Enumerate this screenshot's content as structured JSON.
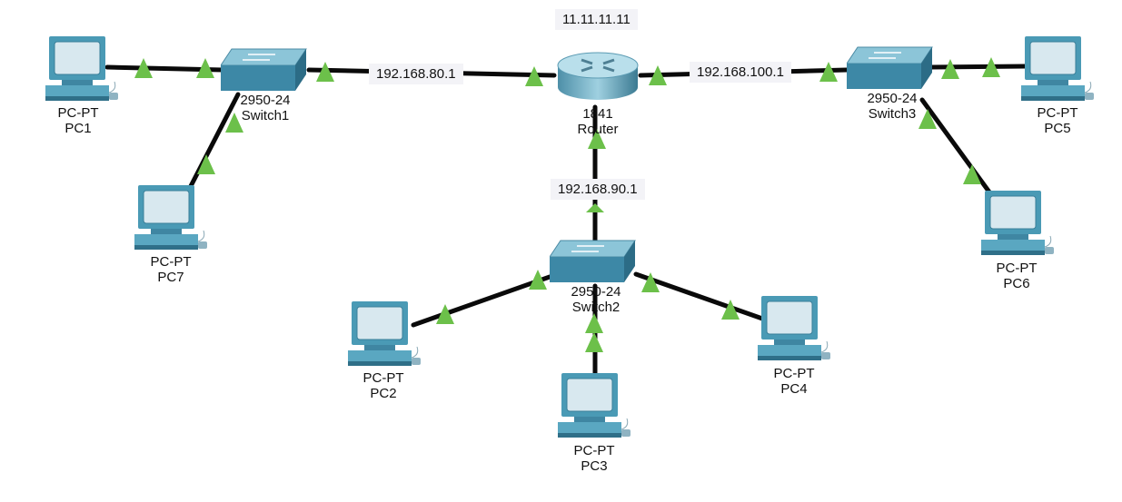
{
  "router": {
    "ip_top": "11.11.11.11",
    "model": "1841",
    "name": "Router"
  },
  "links": {
    "left_ip": "192.168.80.1",
    "right_ip": "192.168.100.1",
    "bottom_ip": "192.168.90.1"
  },
  "switches": {
    "s1": {
      "model": "2950-24",
      "name": "Switch1"
    },
    "s2": {
      "model": "2950-24",
      "name": "Switch2"
    },
    "s3": {
      "model": "2950-24",
      "name": "Switch3"
    }
  },
  "pcs": {
    "pc1": {
      "type": "PC-PT",
      "name": "PC1"
    },
    "pc2": {
      "type": "PC-PT",
      "name": "PC2"
    },
    "pc3": {
      "type": "PC-PT",
      "name": "PC3"
    },
    "pc4": {
      "type": "PC-PT",
      "name": "PC4"
    },
    "pc5": {
      "type": "PC-PT",
      "name": "PC5"
    },
    "pc6": {
      "type": "PC-PT",
      "name": "PC6"
    },
    "pc7": {
      "type": "PC-PT",
      "name": "PC7"
    }
  },
  "colors": {
    "link": "#0a0a0a",
    "link_up": "#6cc04a",
    "device": "#4a9ab5"
  }
}
